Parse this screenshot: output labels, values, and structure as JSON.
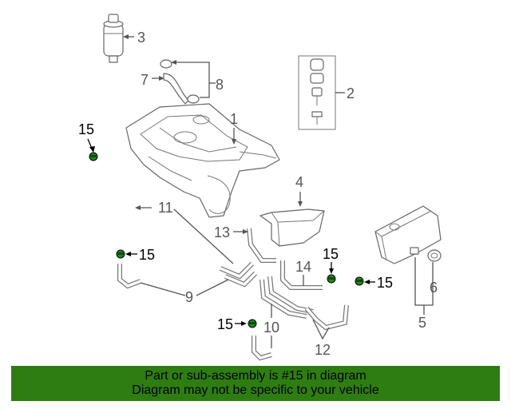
{
  "labels": {
    "part_1": "1",
    "part_2": "2",
    "part_3": "3",
    "part_4": "4",
    "part_5": "5",
    "part_6": "6",
    "part_7": "7",
    "part_8": "8",
    "part_9": "9",
    "part_10": "10",
    "part_11": "11",
    "part_12": "12",
    "part_13": "13",
    "part_14": "14",
    "part_15_a": "15",
    "part_15_b": "15",
    "part_15_c": "15",
    "part_15_d": "15",
    "part_15_e": "15"
  },
  "highlight_color": "#2e7d11",
  "banner": {
    "line1": "Part or sub-assembly is #15 in diagram",
    "line2": "Diagram may not be specific to your vehicle"
  }
}
